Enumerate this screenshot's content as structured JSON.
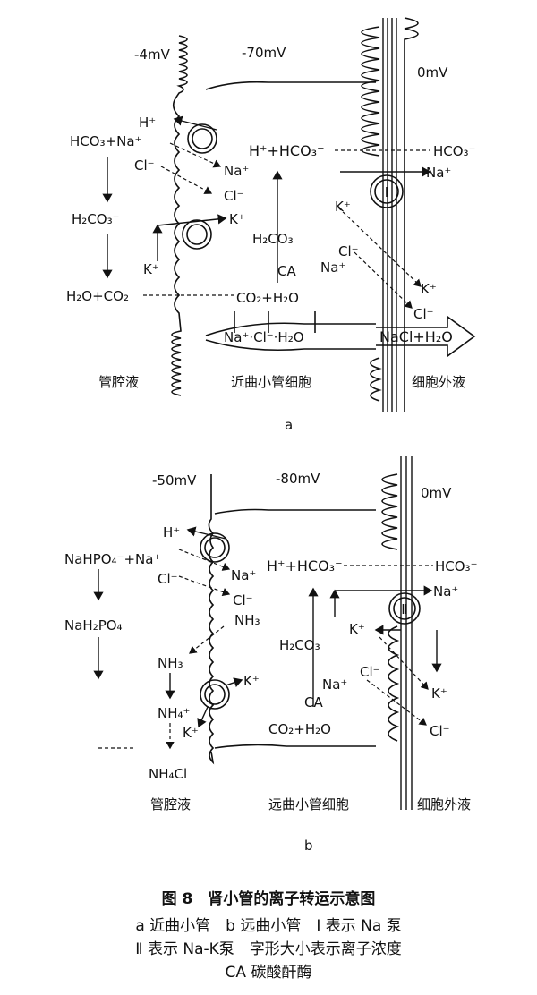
{
  "diagram_a": {
    "lumen_voltage": "-4mV",
    "cell_voltage": "-70mV",
    "ecf_voltage": "0mV",
    "lumen_h": "H⁺",
    "lumen_hco3_na": "HCO₃+Na⁺",
    "lumen_cl": "Cl⁻",
    "lumen_h2co3": "H₂CO₃⁻",
    "lumen_k": "K⁺",
    "lumen_h2o_co2": "H₂O+CO₂",
    "cell_h_hco3": "H⁺+HCO₃⁻",
    "cell_na": "Na⁺",
    "cell_cl": "Cl⁻",
    "cell_k": "K⁺",
    "cell_h2co3": "H₂CO₃",
    "cell_ca": "CA",
    "cell_co2_h2o": "CO₂+H₂O",
    "junction_text": "Na⁺·Cl⁻·H₂O",
    "pump_label": "Ⅰ",
    "ecf_hco3": "HCO₃⁻",
    "ecf_na": "Na⁺",
    "baso_k": "K⁺",
    "baso_cl": "Cl⁻",
    "baso_na": "Na⁺",
    "ecf_k": "K⁺",
    "ecf_cl": "Cl⁻",
    "nacl_h2o": "NaCl+H₂O",
    "label_lumen": "管腔液",
    "label_cell": "近曲小管细胞",
    "label_ecf": "细胞外液",
    "panel": "a"
  },
  "diagram_b": {
    "lumen_voltage": "-50mV",
    "cell_voltage": "-80mV",
    "ecf_voltage": "0mV",
    "lumen_h": "H⁺",
    "lumen_nahpo4": "NaHPO₄⁻+Na⁺",
    "lumen_cl": "Cl⁻",
    "lumen_nah2po4": "NaH₂PO₄",
    "lumen_nh3": "NH₃",
    "lumen_nh4": "NH₄⁺",
    "lumen_k": "K⁺",
    "lumen_nh4cl": "NH₄Cl",
    "cell_h_hco3": "H⁺+HCO₃⁻",
    "cell_na": "Na⁺",
    "cell_cl": "Cl⁻",
    "cell_nh3": "NH₃",
    "cell_k": "K⁺",
    "cell_h2co3": "H₂CO₃",
    "cell_ca": "CA",
    "cell_co2_h2o": "CO₂+H₂O",
    "baso_na": "Na⁺",
    "baso_k": "K⁺",
    "baso_cl": "Cl⁻",
    "pump_label": "Ⅱ",
    "ecf_hco3": "HCO₃⁻",
    "ecf_na": "Na⁺",
    "ecf_k": "K⁺",
    "ecf_cl": "Cl⁻",
    "label_lumen": "管腔液",
    "label_cell": "远曲小管细胞",
    "label_ecf": "细胞外液",
    "panel": "b"
  },
  "caption": {
    "title": "图 8　肾小管的离子转运示意图",
    "line1": "a 近曲小管　b 远曲小管　Ⅰ 表示 Na 泵",
    "line2": "Ⅱ 表示 Na-K泵　字形大小表示离子浓度",
    "line3": "CA 碳酸酐酶"
  }
}
